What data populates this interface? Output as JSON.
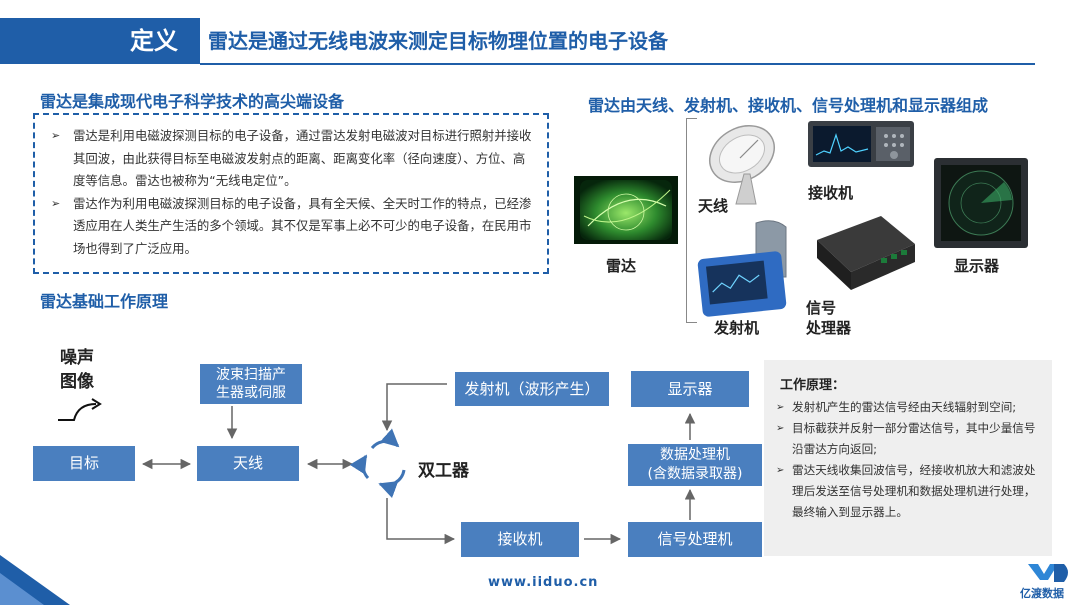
{
  "header": {
    "tag": "定义",
    "title": "雷达是通过无线电波来测定目标物理位置的电子设备"
  },
  "definition": {
    "title": "雷达是集成现代电子科学技术的高尖端设备",
    "items": [
      "雷达是利用电磁波探测目标的电子设备，通过雷达发射电磁波对目标进行照射并接收其回波，由此获得目标至电磁波发射点的距离、距离变化率（径向速度）、方位、高度等信息。雷达也被称为“无线电定位”。",
      "雷达作为利用电磁波探测目标的电子设备，具有全天候、全天时工作的特点，已经渗透应用在人类生产生活的多个领域。其不仅是军事上必不可少的电子设备，在民用市场也得到了广泛应用。"
    ]
  },
  "components": {
    "title": "雷达由天线、发射机、接收机、信号处理机和显示器组成",
    "radar": "雷达",
    "antenna": "天线",
    "receiver": "接收机",
    "transmitter": "发射机",
    "processor_line1": "信号",
    "processor_line2": "处理器",
    "display": "显示器"
  },
  "principle": {
    "title": "雷达基础工作原理",
    "noise_line1": "噪声",
    "noise_line2": "图像",
    "target": "目标",
    "antenna": "天线",
    "beam_line1": "波束扫描产",
    "beam_line2": "生器或伺服",
    "duplexer": "双工器",
    "transmitter": "发射机（波形产生）",
    "receiver": "接收机",
    "signal_proc": "信号处理机",
    "data_proc_line1": "数据处理机",
    "data_proc_line2": "(含数据录取器)",
    "display": "显示器"
  },
  "work": {
    "title": "工作原理：",
    "items": [
      "发射机产生的雷达信号经由天线辐射到空间;",
      "目标截获并反射一部分雷达信号，其中少量信号沿雷达方向返回;",
      "雷达天线收集回波信号，经接收机放大和滤波处理后发送至信号处理机和数据处理机进行处理，最终输入到显示器上。"
    ]
  },
  "footer": {
    "url": "www.iiduo.cn",
    "logo": "亿渡数据"
  },
  "colors": {
    "brand": "#1F5EA8",
    "block": "#4A7FBF"
  }
}
